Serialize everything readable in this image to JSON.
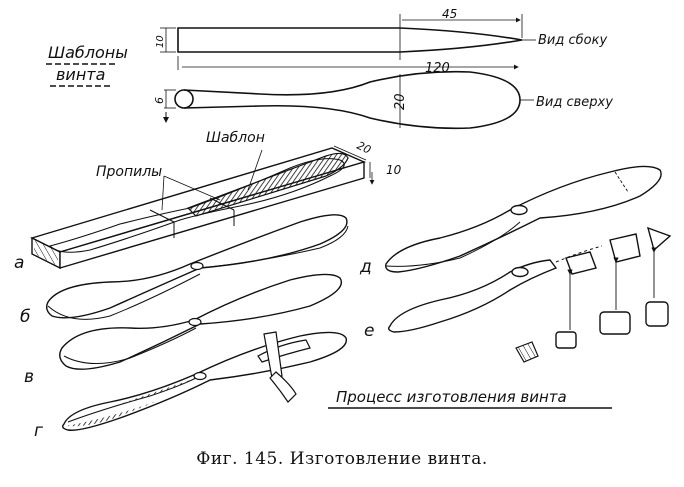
{
  "templates": {
    "title_line1": "Шаблоны",
    "title_line2": "винта",
    "side_view_label": "Вид сбоку",
    "top_view_label": "Вид сверху",
    "dim_length": "120",
    "dim_taper": "45",
    "dim_thickness": "10",
    "dim_hub": "6",
    "dim_width": "20"
  },
  "blank": {
    "template_label": "Шаблон",
    "cuts_label": "Пропилы",
    "dim_width": "20",
    "dim_height": "10"
  },
  "steps": {
    "a": "а",
    "b": "б",
    "v": "в",
    "g": "г",
    "d": "д",
    "e": "е"
  },
  "process_label": "Процесс изготовления винта",
  "caption": "Фиг. 145. Изготовление винта."
}
